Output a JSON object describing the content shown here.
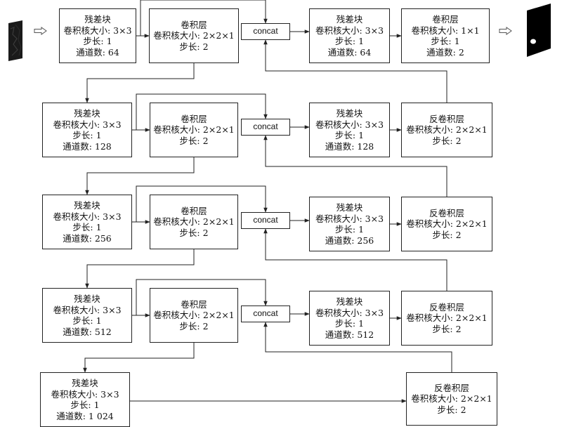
{
  "diagram": {
    "nodes": [
      {
        "id": "enc1",
        "lines": [
          "残差块",
          "卷积核大小: 3×3",
          "步长: 1",
          "通道数: 64"
        ]
      },
      {
        "id": "down1",
        "lines": [
          "卷积层",
          "卷积核大小: 2×2×1",
          "步长: 2"
        ]
      },
      {
        "id": "cat1",
        "lines": [
          "concat"
        ]
      },
      {
        "id": "dec1",
        "lines": [
          "残差块",
          "卷积核大小: 3×3",
          "步长: 1",
          "通道数: 64"
        ]
      },
      {
        "id": "out",
        "lines": [
          "卷积层",
          "卷积核大小: 1×1",
          "步长: 1",
          "通道数: 2"
        ]
      },
      {
        "id": "enc2",
        "lines": [
          "残差块",
          "卷积核大小: 3×3",
          "步长: 1",
          "通道数: 128"
        ]
      },
      {
        "id": "down2",
        "lines": [
          "卷积层",
          "卷积核大小: 2×2×1",
          "步长: 2"
        ]
      },
      {
        "id": "cat2",
        "lines": [
          "concat"
        ]
      },
      {
        "id": "dec2",
        "lines": [
          "残差块",
          "卷积核大小: 3×3",
          "步长: 1",
          "通道数: 128"
        ]
      },
      {
        "id": "up2",
        "lines": [
          "反卷积层",
          "卷积核大小: 2×2×1",
          "步长: 2"
        ]
      },
      {
        "id": "enc3",
        "lines": [
          "残差块",
          "卷积核大小: 3×3",
          "步长: 1",
          "通道数: 256"
        ]
      },
      {
        "id": "down3",
        "lines": [
          "卷积层",
          "卷积核大小: 2×2×1",
          "步长: 2"
        ]
      },
      {
        "id": "cat3",
        "lines": [
          "concat"
        ]
      },
      {
        "id": "dec3",
        "lines": [
          "残差块",
          "卷积核大小: 3×3",
          "步长: 1",
          "通道数: 256"
        ]
      },
      {
        "id": "up3",
        "lines": [
          "反卷积层",
          "卷积核大小: 2×2×1",
          "步长: 2"
        ]
      },
      {
        "id": "enc4",
        "lines": [
          "残差块",
          "卷积核大小: 3×3",
          "步长: 1",
          "通道数: 512"
        ]
      },
      {
        "id": "down4",
        "lines": [
          "卷积层",
          "卷积核大小: 2×2×1",
          "步长: 2"
        ]
      },
      {
        "id": "cat4",
        "lines": [
          "concat"
        ]
      },
      {
        "id": "dec4",
        "lines": [
          "残差块",
          "卷积核大小: 3×3",
          "步长: 1",
          "通道数: 512"
        ]
      },
      {
        "id": "up4",
        "lines": [
          "反卷积层",
          "卷积核大小: 2×2×1",
          "步长: 2"
        ]
      },
      {
        "id": "enc5",
        "lines": [
          "残差块",
          "卷积核大小: 3×3",
          "步长: 1",
          "通道数: 1 024"
        ]
      },
      {
        "id": "up5",
        "lines": [
          "反卷积层",
          "卷积核大小: 2×2×1",
          "步长: 2"
        ]
      }
    ],
    "edges": [
      [
        "input",
        "enc1"
      ],
      [
        "enc1",
        "down1"
      ],
      [
        "enc1",
        "cat1"
      ],
      [
        "down1",
        "enc2"
      ],
      [
        "cat1",
        "dec1"
      ],
      [
        "dec1",
        "out"
      ],
      [
        "out",
        "output"
      ],
      [
        "enc2",
        "down2"
      ],
      [
        "enc2",
        "cat2"
      ],
      [
        "down2",
        "enc3"
      ],
      [
        "cat2",
        "dec2"
      ],
      [
        "dec2",
        "up2"
      ],
      [
        "up2",
        "cat1"
      ],
      [
        "enc3",
        "down3"
      ],
      [
        "enc3",
        "cat3"
      ],
      [
        "down3",
        "enc4"
      ],
      [
        "cat3",
        "dec3"
      ],
      [
        "dec3",
        "up3"
      ],
      [
        "up3",
        "cat2"
      ],
      [
        "enc4",
        "down4"
      ],
      [
        "enc4",
        "cat4"
      ],
      [
        "down4",
        "enc5"
      ],
      [
        "cat4",
        "dec4"
      ],
      [
        "dec4",
        "up4"
      ],
      [
        "up4",
        "cat3"
      ],
      [
        "enc5",
        "up5"
      ],
      [
        "up5",
        "cat4"
      ]
    ],
    "colors": {
      "line": "#222222",
      "input_image": "#1a1a1a",
      "output_image": "#000000",
      "open_arrow": "#555555"
    }
  }
}
